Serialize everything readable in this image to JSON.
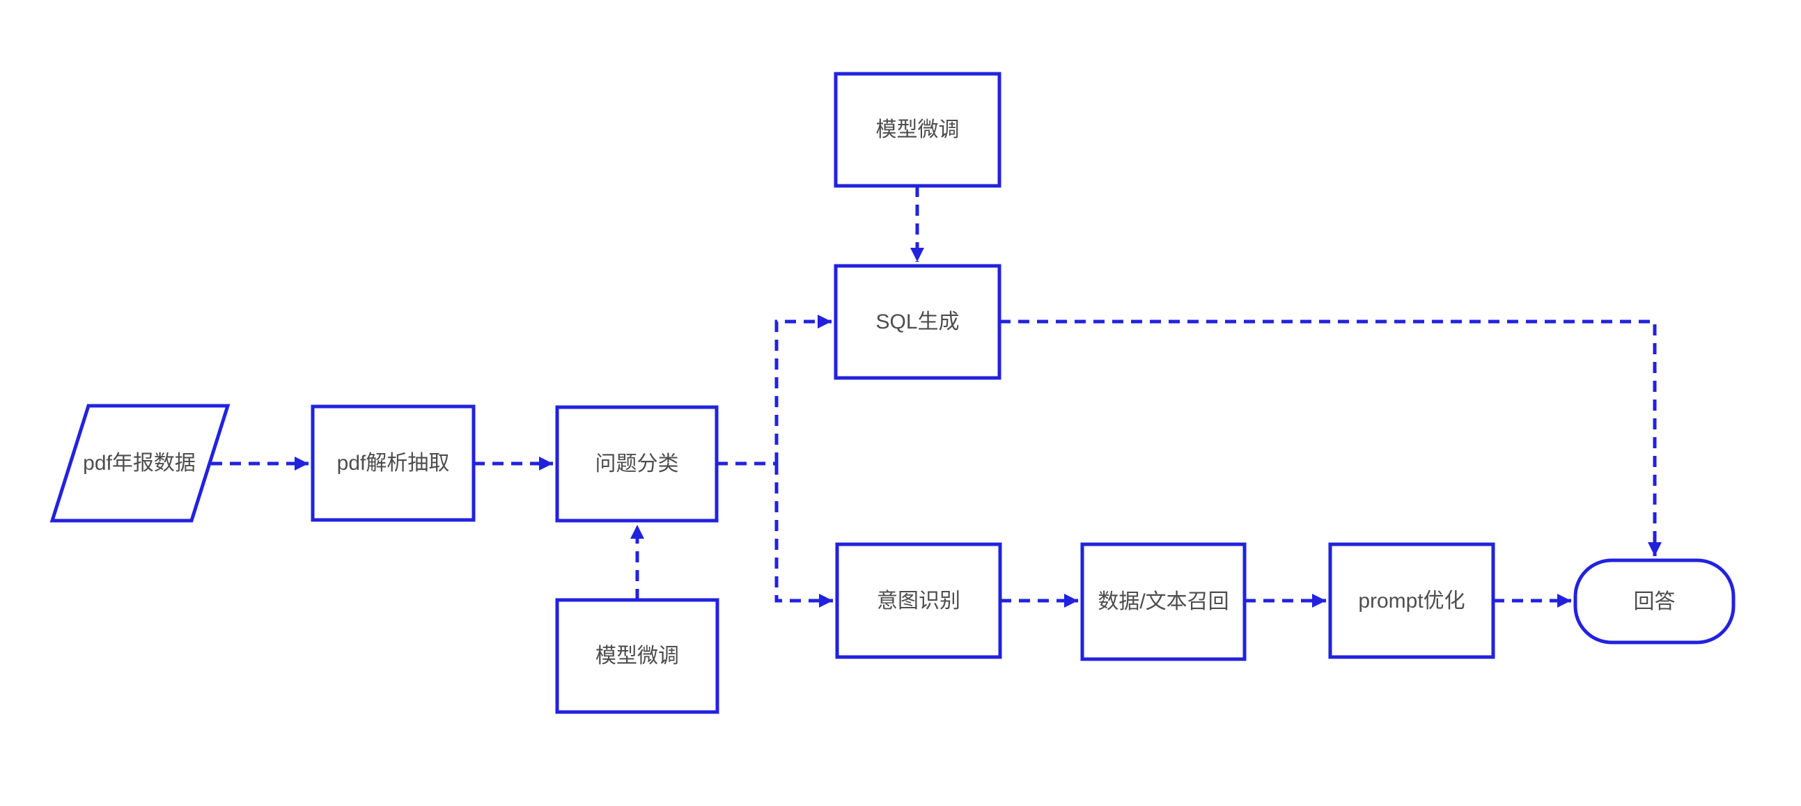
{
  "diagram": {
    "type": "flowchart",
    "colors": {
      "accent": "#2222de",
      "text": "#4d4d4d",
      "background": "#ffffff"
    },
    "nodes": [
      {
        "id": "pdf-data",
        "label": "pdf年报数据",
        "shape": "parallelogram"
      },
      {
        "id": "pdf-parse",
        "label": "pdf解析抽取",
        "shape": "rect"
      },
      {
        "id": "q-classify",
        "label": "问题分类",
        "shape": "rect"
      },
      {
        "id": "finetune-top",
        "label": "模型微调",
        "shape": "rect"
      },
      {
        "id": "sql-gen",
        "label": "SQL生成",
        "shape": "rect"
      },
      {
        "id": "finetune-bottom",
        "label": "模型微调",
        "shape": "rect"
      },
      {
        "id": "intent",
        "label": "意图识别",
        "shape": "rect"
      },
      {
        "id": "recall",
        "label": "数据/文本召回",
        "shape": "rect"
      },
      {
        "id": "prompt-opt",
        "label": "prompt优化",
        "shape": "rect"
      },
      {
        "id": "answer",
        "label": "回答",
        "shape": "capsule"
      }
    ],
    "edges": [
      {
        "from": "pdf-data",
        "to": "pdf-parse",
        "style": "dashed-arrow"
      },
      {
        "from": "pdf-parse",
        "to": "q-classify",
        "style": "dashed-arrow"
      },
      {
        "from": "q-classify",
        "to": "sql-gen",
        "style": "dashed-arrow"
      },
      {
        "from": "q-classify",
        "to": "intent",
        "style": "dashed-arrow"
      },
      {
        "from": "finetune-top",
        "to": "sql-gen",
        "style": "dashed-arrow"
      },
      {
        "from": "finetune-bottom",
        "to": "q-classify",
        "style": "dashed-arrow"
      },
      {
        "from": "sql-gen",
        "to": "answer",
        "style": "dashed-arrow"
      },
      {
        "from": "intent",
        "to": "recall",
        "style": "dashed-arrow"
      },
      {
        "from": "recall",
        "to": "prompt-opt",
        "style": "dashed-arrow"
      },
      {
        "from": "prompt-opt",
        "to": "answer",
        "style": "dashed-arrow"
      }
    ]
  }
}
